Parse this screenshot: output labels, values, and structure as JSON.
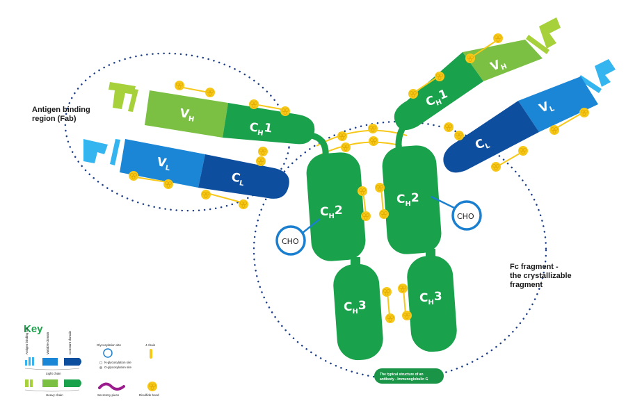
{
  "title": "The typical structure of an antibody - Immunoglobulin G",
  "colors": {
    "heavy_variable": "#7bc043",
    "heavy_constant": "#1aa14b",
    "light_variable": "#1b86d6",
    "light_constant": "#0d4f9e",
    "antigen_site_heavy": "#a6d13a",
    "antigen_site_light": "#35b5ef",
    "disulfide": "#f6c81a",
    "glycosylation": "#1b7fd0",
    "dotted_region": "#1d3f8a",
    "secretory": "#9b1c8c"
  },
  "callouts": {
    "fab_line1": "Antigen binding",
    "fab_line2": "region (Fab)",
    "fc_line1": "Fc fragment -",
    "fc_line2": "the crystallizable",
    "fc_line3": "fragment"
  },
  "domains": {
    "vh": {
      "main": "V",
      "sub": "H"
    },
    "ch1": {
      "main": "C",
      "sub": "H",
      "suffix": "1"
    },
    "vl": {
      "main": "V",
      "sub": "L"
    },
    "cl": {
      "main": "C",
      "sub": "L"
    },
    "ch2": {
      "main": "C",
      "sub": "H",
      "suffix": "2"
    },
    "ch3": {
      "main": "C",
      "sub": "H",
      "suffix": "3"
    }
  },
  "glycan_label": "CHO",
  "caption": {
    "line1": "The typical structure of an",
    "line2": "antibody - Immunoglobulin G"
  },
  "key": {
    "title": "Key",
    "col_antigen": "Antigen binding site",
    "col_variable": "Variable domain",
    "col_constant": "Constant domain",
    "light_chain": "Light chain",
    "heavy_chain": "Heavy chain",
    "glycosylation_site": "Glycosylation site",
    "n_glyco": "N-glycosylation site",
    "o_glyco": "O-glycosylation site",
    "j_chain": "J chain",
    "secretory_piece": "Secretory piece",
    "disulfide_bond": "Disulfide bond"
  }
}
